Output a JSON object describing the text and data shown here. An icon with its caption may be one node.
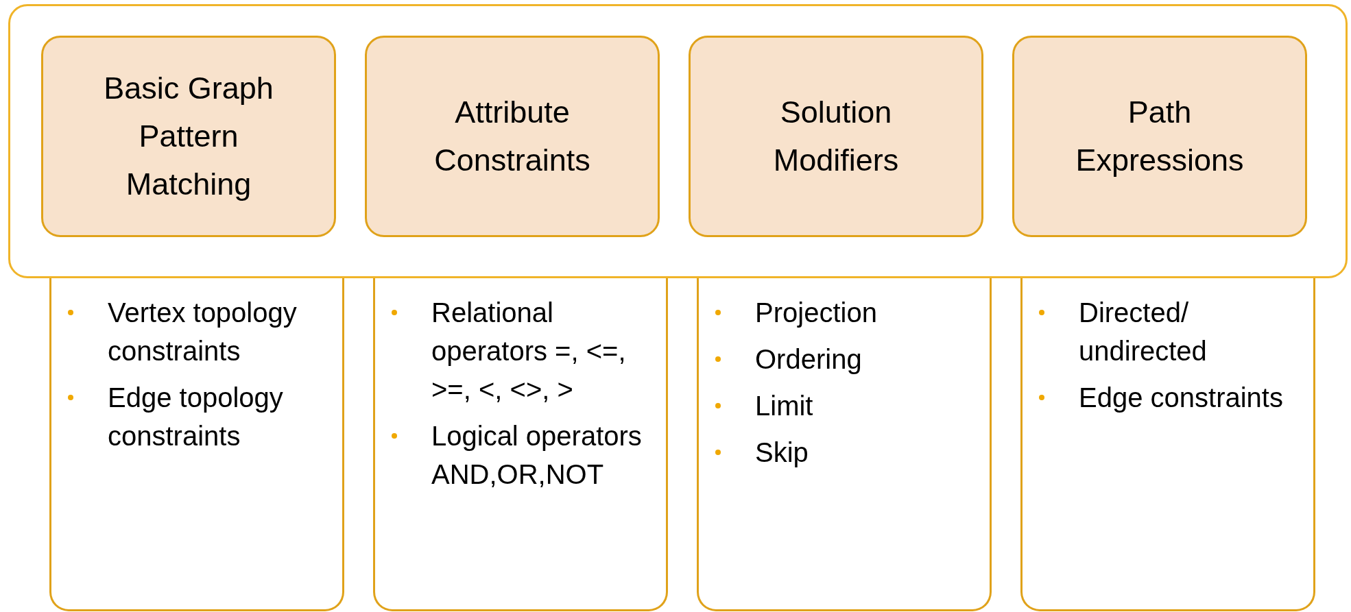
{
  "diagram": {
    "nodes": [
      {
        "text": [],
        "shape": "box"
      },
      {
        "text": [
          "Basic Graph Pattern Matching"
        ],
        "in": 0
      },
      {
        "text": [
          "Attribute Constraints"
        ],
        "in": 0
      },
      {
        "text": [
          "Solution Modifiers"
        ],
        "in": 0
      },
      {
        "text": [
          "Path Expressions"
        ],
        "in": 0
      },
      {
        "text": [
          "Vertex topology constraints",
          "Edge topology constraints"
        ]
      },
      {
        "text": [
          "Relational operators =, <=, >=, <, <>, >",
          "Logical operators AND,OR,NOT"
        ]
      },
      {
        "text": [
          "Projection",
          "Ordering",
          "Limit",
          "Skip"
        ]
      },
      {
        "text": [
          "Directed/ undirected",
          "Edge constraints"
        ]
      }
    ]
  }
}
